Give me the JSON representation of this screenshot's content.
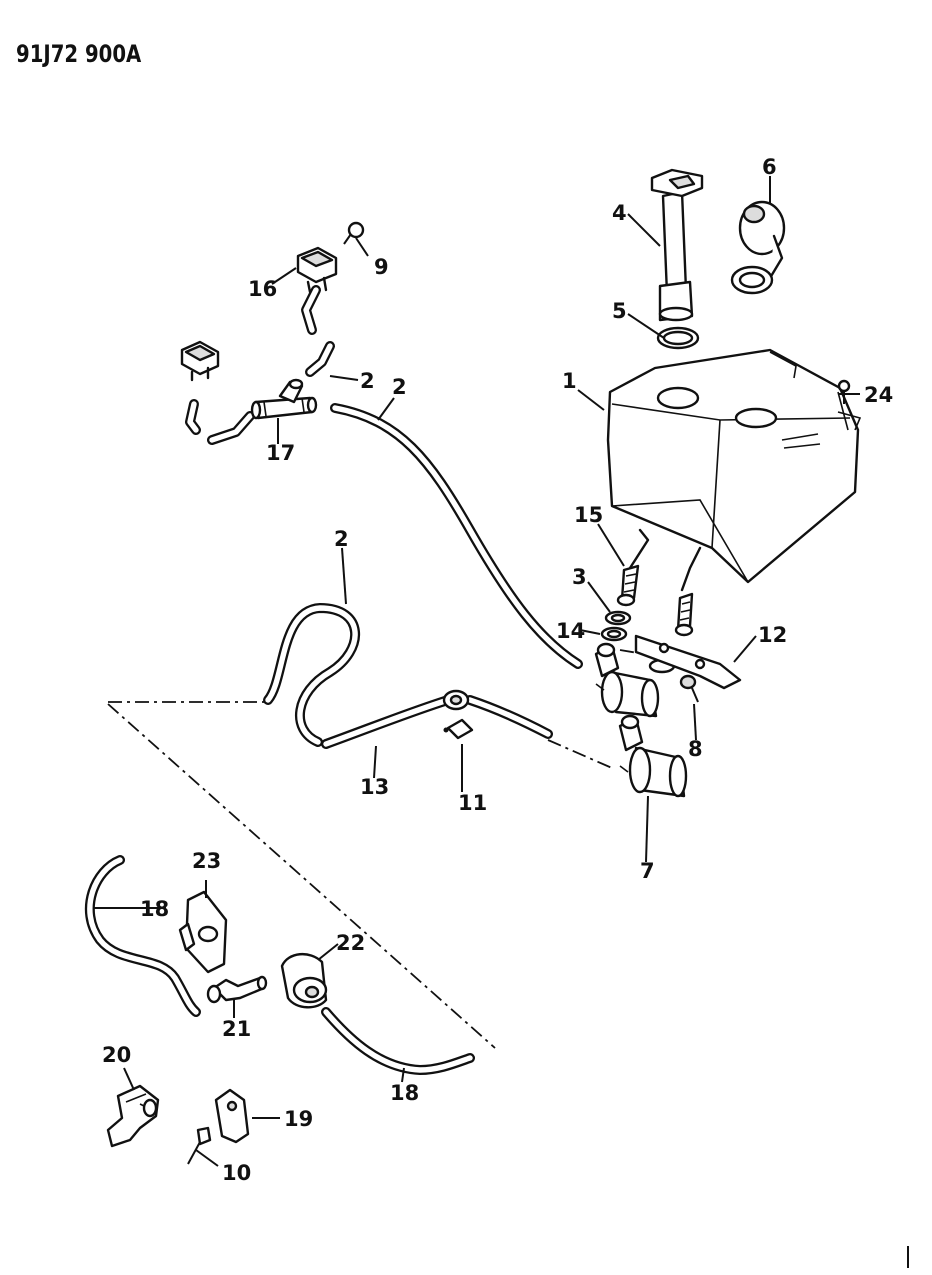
{
  "diagram": {
    "title": "91J72 900A",
    "callouts": [
      "1",
      "2",
      "2",
      "2",
      "3",
      "4",
      "5",
      "6",
      "7",
      "8",
      "9",
      "10",
      "11",
      "12",
      "13",
      "14",
      "15",
      "16",
      "17",
      "18",
      "18",
      "19",
      "20",
      "21",
      "22",
      "23",
      "24"
    ]
  }
}
